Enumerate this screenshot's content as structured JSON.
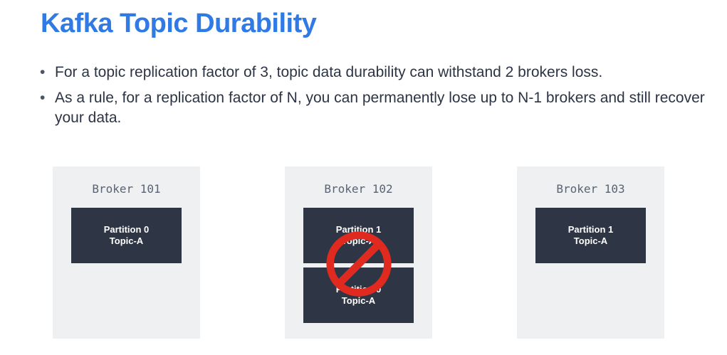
{
  "title": "Kafka Topic Durability",
  "bullets": [
    "For a topic replication factor of 3, topic data durability can withstand 2 brokers loss.",
    "As a rule, for a replication factor of N, you can permanently lose up to N-1 brokers and still recover your data."
  ],
  "bullet_symbol": "•",
  "brokers": [
    {
      "label": "Broker 101",
      "failed": false,
      "partitions": [
        {
          "partition": "Partition 0",
          "topic": "Topic-A"
        }
      ]
    },
    {
      "label": "Broker 102",
      "failed": true,
      "partitions": [
        {
          "partition": "Partition 1",
          "topic": "Topic-A"
        },
        {
          "partition": "Partition 0",
          "topic": "Topic-A"
        }
      ]
    },
    {
      "label": "Broker 103",
      "failed": false,
      "partitions": [
        {
          "partition": "Partition 1",
          "topic": "Topic-A"
        }
      ]
    }
  ],
  "colors": {
    "title": "#2f7ae5",
    "partition_bg": "#2e3544",
    "broker_bg": "#eff0f2",
    "prohibited": "#e02a1f"
  },
  "icons": {
    "failed_broker": "prohibited-sign-icon"
  }
}
